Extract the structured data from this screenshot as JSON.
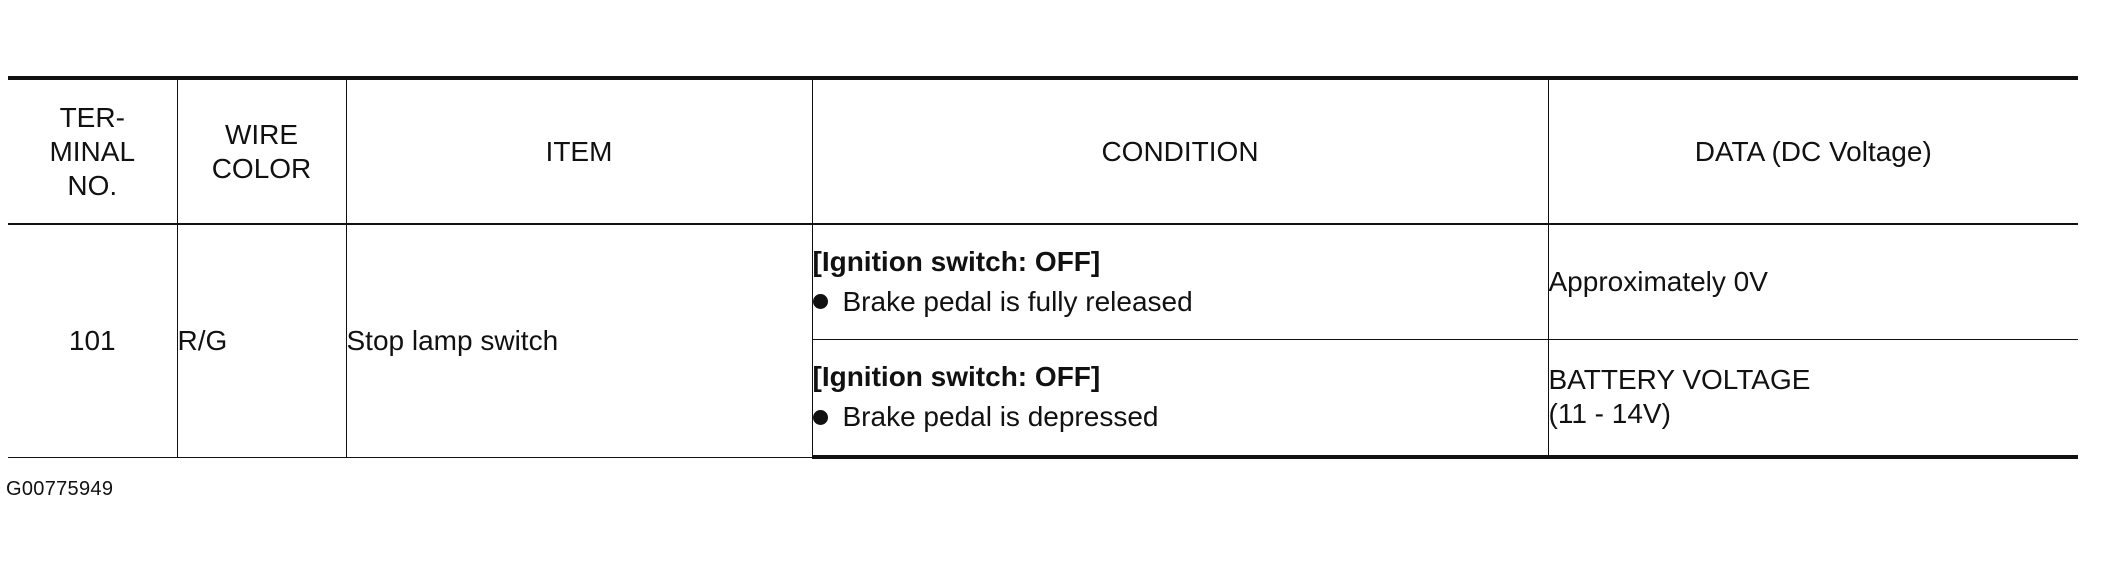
{
  "table": {
    "headers": {
      "terminal": [
        "TER-",
        "MINAL",
        "NO."
      ],
      "wire": [
        "WIRE",
        "COLOR"
      ],
      "item": "ITEM",
      "condition": "CONDITION",
      "data": "DATA (DC Voltage)"
    },
    "row": {
      "terminal_no": "101",
      "wire_color": "R/G",
      "item": "Stop lamp switch",
      "conditions": [
        {
          "title": "[Ignition switch: OFF]",
          "detail": "Brake pedal is fully released",
          "data": [
            "Approximately 0V"
          ]
        },
        {
          "title": "[Ignition switch: OFF]",
          "detail": "Brake pedal is depressed",
          "data": [
            "BATTERY VOLTAGE",
            "(11 - 14V)"
          ]
        }
      ]
    }
  },
  "figure_id": "G00775949",
  "icons": {
    "bullet": "bullet-icon"
  }
}
